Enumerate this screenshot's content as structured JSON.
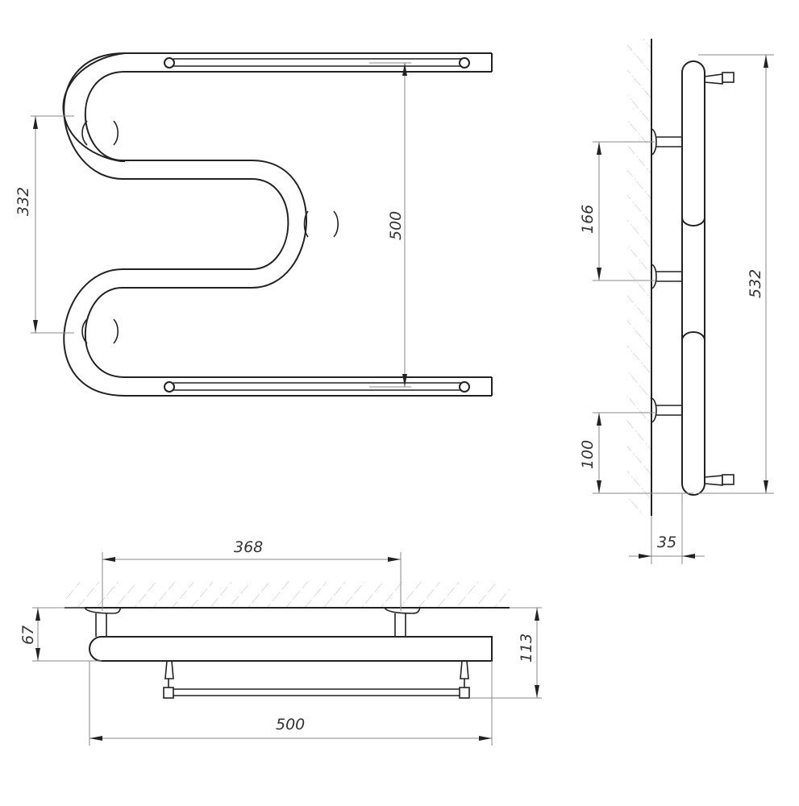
{
  "drawing": {
    "subject": "M-shaped heated towel rail technical drawing",
    "colors": {
      "line": "#222222",
      "dimension": "#8a8a8a",
      "hatch": "#b0b0b0",
      "background": "#ffffff"
    }
  },
  "views": {
    "front": {
      "label": "front-view",
      "dimensions": {
        "bracket_spacing": "332",
        "overall_height": "500"
      }
    },
    "side": {
      "label": "side-view",
      "dimensions": {
        "bracket_pitch": "166",
        "bottom_offset": "100",
        "overall_height": "532",
        "wall_gap": "35"
      }
    },
    "top": {
      "label": "top-view",
      "dimensions": {
        "bracket_spacing": "368",
        "pipe_depth": "67",
        "overall_depth": "113",
        "overall_width": "500"
      }
    }
  }
}
